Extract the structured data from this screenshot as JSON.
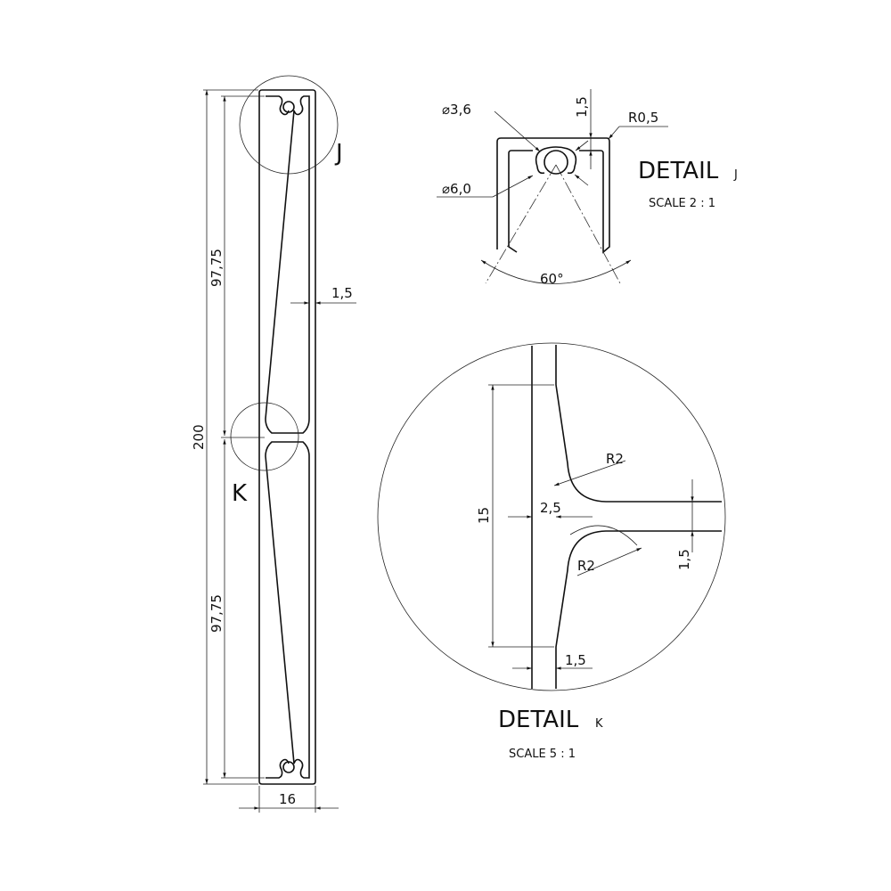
{
  "main_view": {
    "dim_total_length": "200",
    "dim_half_top": "97,75",
    "dim_half_bottom": "97,75",
    "dim_wall": "1,5",
    "dim_width": "16",
    "label_j": "J",
    "label_k": "K"
  },
  "detail_j": {
    "title": "DETAIL",
    "letter": "J",
    "scale": "SCALE 2 : 1",
    "dim_inner_dia": "⌀3,6",
    "dim_outer_dia": "⌀6,0",
    "dim_thickness": "1,5",
    "dim_radius": "R0,5",
    "dim_angle": "60°"
  },
  "detail_k": {
    "title": "DETAIL",
    "letter": "K",
    "scale": "SCALE 5 : 1",
    "dim_height": "15",
    "dim_web": "2,5",
    "dim_radius_top": "R2",
    "dim_radius_bottom": "R2",
    "dim_flange": "1,5",
    "dim_wall": "1,5"
  }
}
